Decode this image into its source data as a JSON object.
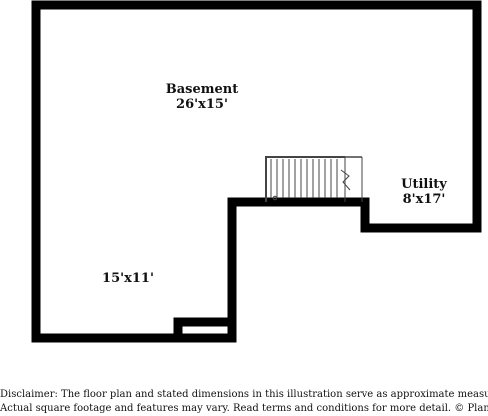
{
  "rooms": {
    "basement": {
      "name": "Basement",
      "dimensions": "26'x15'"
    },
    "utility": {
      "name": "Utility",
      "dimensions": "8'x17'"
    },
    "lower_area": {
      "dimensions": "15'x11'"
    }
  },
  "disclaimer": {
    "line1": "Disclaimer: The floor plan and stated dimensions in this illustration serve as approximate measurements.",
    "line2": "Actual square footage and features may vary. Read terms and conditions for more detail. © PlanOmatic"
  },
  "colors": {
    "wall": "#000000",
    "background": "#ffffff",
    "stair_line": "#444444"
  }
}
